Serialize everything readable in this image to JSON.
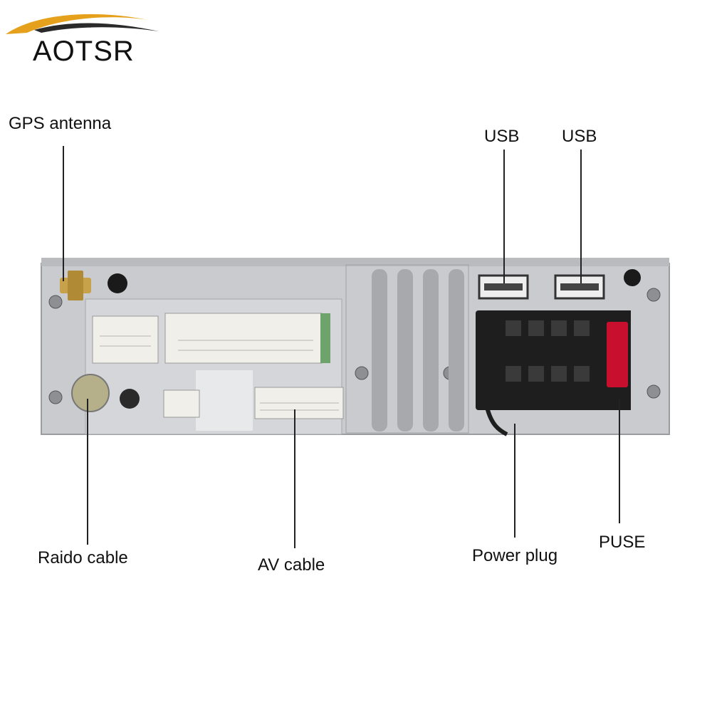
{
  "brand": {
    "name": "AOTSR"
  },
  "labels": {
    "gps_antenna": "GPS antenna",
    "usb_1": "USB",
    "usb_2": "USB",
    "radio_cable": "Raido cable",
    "av_cable": "AV cable",
    "power_plug": "Power plug",
    "fuse": "PUSE"
  },
  "colors": {
    "panel": "#c9cbcf",
    "connector_white": "#f1efe9",
    "connector_black": "#1e1e1e",
    "fuse_red": "#c8102e",
    "antenna_gold": "#c8a24a",
    "logo_swoosh": "#e6a11c"
  }
}
